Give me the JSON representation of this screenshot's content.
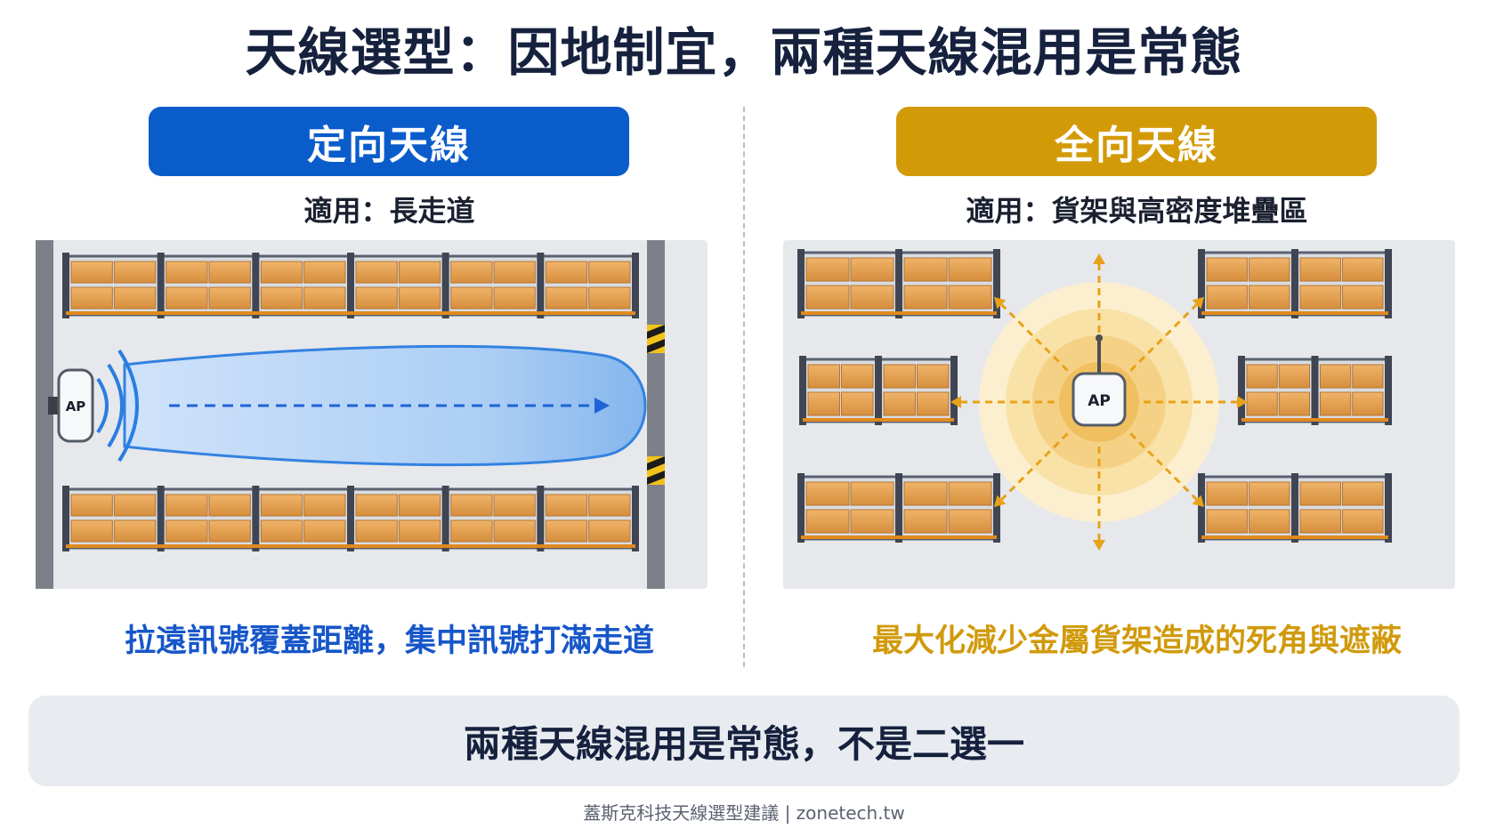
{
  "title": "天線選型：因地制宜，兩種天線混用是常態",
  "colors": {
    "blue": "#0b5ccb",
    "gold": "#d39a08",
    "blue_text": "#1656c9",
    "gold_text": "#d19a0c"
  },
  "left": {
    "pill_label": "定向天線",
    "subtitle": "適用：長走道",
    "ap_label": "AP",
    "caption": "拉遠訊號覆蓋距離，集中訊號打滿走道"
  },
  "right": {
    "pill_label": "全向天線",
    "subtitle": "適用：貨架與高密度堆疊區",
    "ap_label": "AP",
    "caption": "最大化減少金屬貨架造成的死角與遮蔽"
  },
  "bottom_message": "兩種天線混用是常態，不是二選一",
  "footer": "蓋斯克科技天線選型建議 | zonetech.tw"
}
